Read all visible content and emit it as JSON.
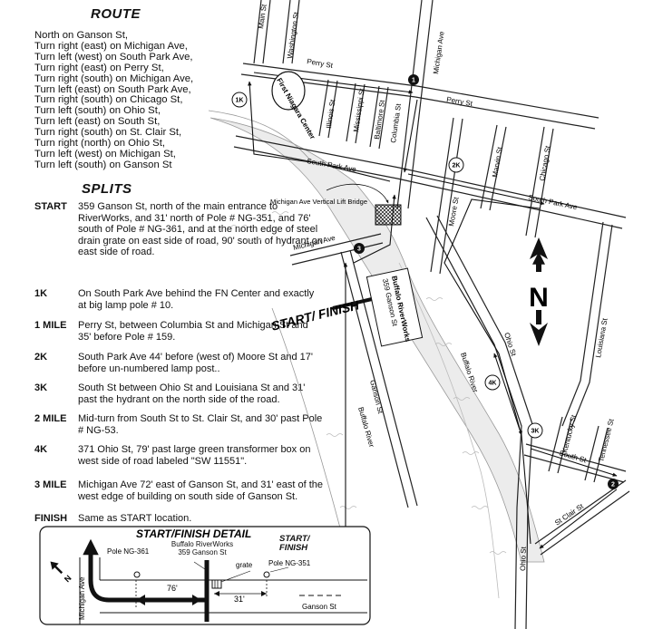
{
  "route": {
    "title": "ROUTE",
    "directions": [
      "North on Ganson St,",
      "Turn right (east) on Michigan Ave,",
      "Turn left (west) on South Park Ave,",
      "Turn right (east) on Perry St,",
      "Turn right (south) on Michigan Ave,",
      "Turn left (east) on South Park Ave,",
      "Turn right (south) on Chicago St,",
      "Turn left (south) on Ohio St,",
      "Turn left (east) on South St,",
      "Turn right (south) on St. Clair St,",
      "Turn right (north) on Ohio St,",
      "Turn left (west) on Michigan St,",
      "Turn left (south) on Ganson St"
    ]
  },
  "splits": {
    "title": "SPLITS",
    "items": [
      {
        "key": "START",
        "desc": "359 Ganson St, north of the main entrance to RiverWorks, and 31' north of Pole # NG-351, and 76' south of Pole # NG-361, and at the north edge of steel drain grate on east side of road, 90' south of hydrant on east side of road."
      },
      {
        "key": "1K",
        "desc": "On South Park Ave behind the FN Center and exactly at big lamp pole # 10."
      },
      {
        "key": "1 MILE",
        "desc": "Perry St, between Columbia St and Michigan St and 35' before Pole # 159."
      },
      {
        "key": "2K",
        "desc": "South Park Ave 44' before (west of) Moore St and 17' before un-numbered lamp post.."
      },
      {
        "key": "3K",
        "desc": "South St between Ohio St and Louisiana St and 31' past the hydrant on the north side of the road."
      },
      {
        "key": "2 MILE",
        "desc": "Mid-turn from South St to St. Clair St, and 30' past Pole # NG-53."
      },
      {
        "key": "4K",
        "desc": "371 Ohio St, 79' past large green transformer box on west side of road labeled \"SW 11551\"."
      },
      {
        "key": "3 MILE",
        "desc": "Michigan Ave 72' east of Ganson St, and 31' east of the west edge of building on south side of Ganson St."
      },
      {
        "key": "FINISH",
        "desc": "Same as START location."
      }
    ]
  },
  "map": {
    "streets": {
      "main": "Main St",
      "washington": "Washington St",
      "perry_w": "Perry St",
      "perry_e": "Perry St",
      "michigan_n": "Michigan Ave",
      "illinois": "Illinois St",
      "mississippi": "Mississippi St",
      "baltimore": "Baltimore St",
      "columbia": "Columbia St",
      "south_park_w": "South Park Ave",
      "south_park_e": "South Park Ave",
      "moore": "Moore St",
      "marvin": "Marvin St",
      "chicago": "Chicago St",
      "louisiana": "Louisiana St",
      "michigan_w": "Michigan Ave",
      "ganson": "Ganson St",
      "ohio": "Ohio St",
      "ohio_s": "Ohio St",
      "kentucky": "Kentucky St",
      "tennessee": "Tennessee St",
      "south": "South St",
      "st_clair": "St Clair St"
    },
    "places": {
      "first_niagara": "First Niagara Center",
      "bridge": "Michigan Ave Vertical Lift Bridge",
      "riverworks": "Buffalo RiverWorks",
      "riverworks_addr": "359 Ganson St",
      "river_1": "Buffalo River",
      "river_2": "Buffalo River"
    },
    "markers": {
      "m1": "1",
      "m2": "2",
      "m3": "3",
      "k1": "1K",
      "k2": "2K",
      "k3": "3K",
      "k4": "4K"
    },
    "start_finish": "START/ FINISH",
    "north": "N"
  },
  "detail": {
    "title": "START/FINISH DETAIL",
    "riverworks": "Buffalo RiverWorks 359 Ganson St",
    "start_finish": "START/ FINISH",
    "pole_361": "Pole NG-361",
    "pole_351": "Pole NG-351",
    "grate": "grate",
    "dist_76": "76'",
    "dist_31": "31'",
    "ganson": "Ganson St",
    "michigan": "Michigan Ave",
    "north": "N"
  }
}
